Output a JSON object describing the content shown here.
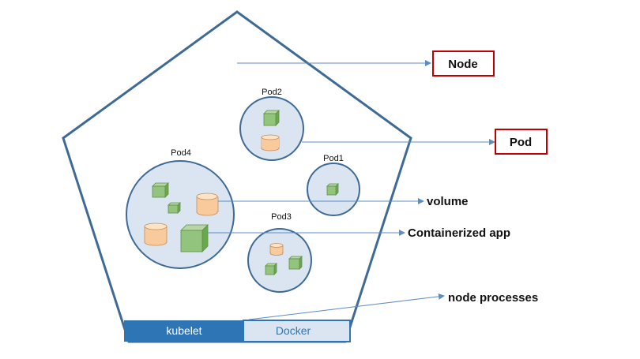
{
  "pods": [
    {
      "id": "pod2",
      "label": "Pod2"
    },
    {
      "id": "pod1",
      "label": "Pod1"
    },
    {
      "id": "pod4",
      "label": "Pod4"
    },
    {
      "id": "pod3",
      "label": "Pod3"
    }
  ],
  "callouts": {
    "node": "Node",
    "pod": "Pod",
    "volume": "volume",
    "containerized_app": "Containerized app",
    "node_processes": "node processes"
  },
  "process_bar": {
    "kubelet": "kubelet",
    "docker": "Docker"
  },
  "colors": {
    "node_outline": "#3e6b96",
    "pod_fill": "#dae5f1",
    "container": "#93c47d",
    "volume": "#f9cb9c",
    "callout_box": "#c00000",
    "kubelet_bar": "#2e75b6",
    "docker_bar": "#dae5f1"
  }
}
